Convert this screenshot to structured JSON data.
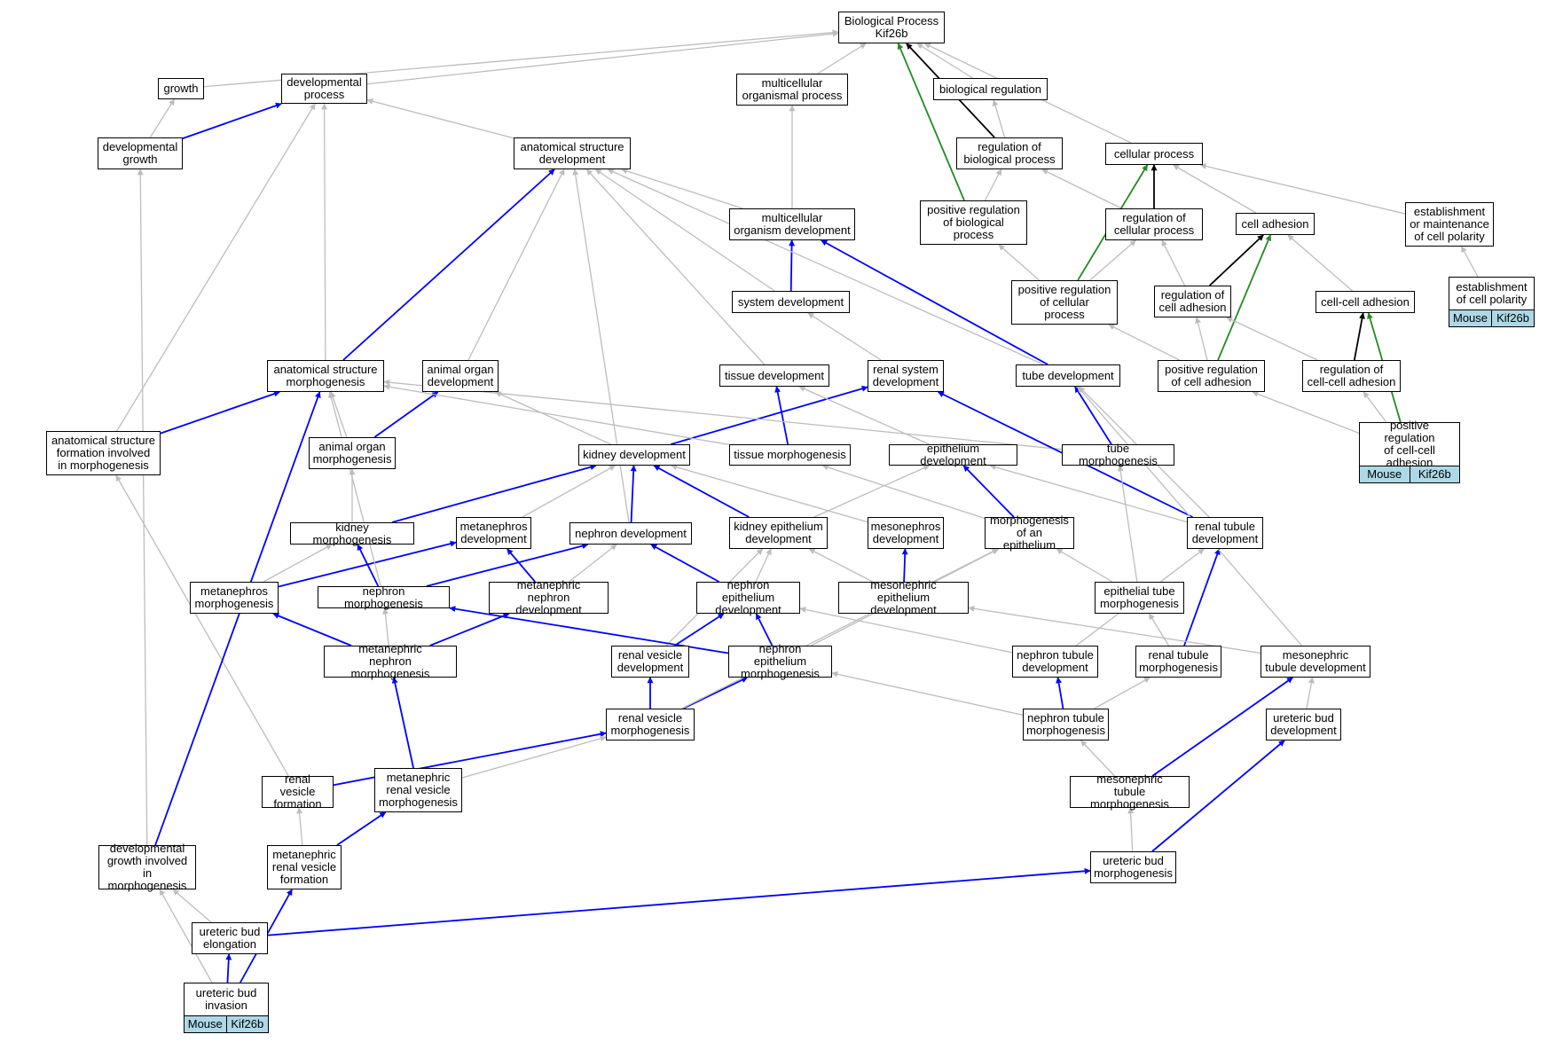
{
  "diagram": {
    "root": "Biological Process\nKif26b",
    "nodes": {
      "bp": "Biological Process\nKif26b",
      "growth": "growth",
      "devproc": "developmental\nprocess",
      "mop": "multicellular\norganismal process",
      "bioreg": "biological regulation",
      "devgrowth": "developmental\ngrowth",
      "asd": "anatomical structure\ndevelopment",
      "regbp": "regulation of\nbiological process",
      "cellproc": "cellular process",
      "mod": "multicellular\norganism development",
      "posregbp": "positive regulation\nof biological\nprocess",
      "regcp": "regulation of\ncellular process",
      "celladh": "cell adhesion",
      "estmaint": "establishment\nor maintenance\nof cell polarity",
      "sysdev": "system development",
      "posregcp": "positive regulation\nof cellular\nprocess",
      "regca": "regulation of\ncell adhesion",
      "ccadh": "cell-cell adhesion",
      "asm": "anatomical structure\nmorphogenesis",
      "aod": "animal organ\ndevelopment",
      "tissdev": "tissue development",
      "rsd": "renal system\ndevelopment",
      "tubedev": "tube development",
      "posregca": "positive regulation\nof cell adhesion",
      "regcca": "regulation of\ncell-cell adhesion",
      "asfim": "anatomical structure\nformation involved\nin morphogenesis",
      "aom": "animal organ\nmorphogenesis",
      "kiddev": "kidney development",
      "tissmorph": "tissue morphogenesis",
      "epidev": "epithelium development",
      "tubemorph": "tube morphogenesis",
      "kidmorph": "kidney morphogenesis",
      "metdev": "metanephros\ndevelopment",
      "nephdev": "nephron development",
      "kidepi": "kidney epithelium\ndevelopment",
      "mesodev": "mesonephros\ndevelopment",
      "morphepi": "morphogenesis\nof an epithelium",
      "rtd": "renal tubule\ndevelopment",
      "metmorph": "metanephros\nmorphogenesis",
      "nephmorph": "nephron morphogenesis",
      "metnephdev": "metanephric\nnephron development",
      "nepd": "nephron epithelium\ndevelopment",
      "mesoepi": "mesonephric\nepithelium development",
      "epitube": "epithelial tube\nmorphogenesis",
      "metnephmorph": "metanephric\nnephron morphogenesis",
      "rvd": "renal vesicle\ndevelopment",
      "nepm": "nephron epithelium\nmorphogenesis",
      "ntd": "nephron tubule\ndevelopment",
      "rtm": "renal tubule\nmorphogenesis",
      "mtd": "mesonephric\ntubule development",
      "rvm": "renal vesicle\nmorphogenesis",
      "ntm": "nephron tubule\nmorphogenesis",
      "ubd": "ureteric bud\ndevelopment",
      "rvf": "renal vesicle\nformation",
      "mrvm": "metanephric\nrenal vesicle\nmorphogenesis",
      "mtm": "mesonephric\ntubule morphogenesis",
      "dgim": "developmental\ngrowth involved\nin morphogenesis",
      "mrvf": "metanephric\nrenal vesicle\nformation",
      "ubm": "ureteric bud\nmorphogenesis",
      "ube": "ureteric bud\nelongation"
    },
    "annotated_nodes": {
      "ecp": {
        "label": "establishment\nof cell polarity",
        "organism": "Mouse",
        "gene": "Kif26b"
      },
      "prcca": {
        "label": "positive regulation\nof cell-cell\nadhesion",
        "organism": "Mouse",
        "gene": "Kif26b"
      },
      "ubi": {
        "label": "ureteric bud\ninvasion",
        "organism": "Mouse",
        "gene": "Kif26b"
      }
    },
    "edge_colors": {
      "is_a": "#bdbdbd",
      "part_of": "#0000ff",
      "regulates": "#000000",
      "positively_regulates": "#228b22",
      "annotation_fill": "#add8e6"
    },
    "edges": [
      {
        "from": "growth",
        "to": "bp",
        "type": "is_a"
      },
      {
        "from": "devproc",
        "to": "bp",
        "type": "is_a"
      },
      {
        "from": "mop",
        "to": "bp",
        "type": "is_a"
      },
      {
        "from": "bioreg",
        "to": "bp",
        "type": "is_a"
      },
      {
        "from": "regbp",
        "to": "bp",
        "type": "regulates"
      },
      {
        "from": "cellproc",
        "to": "bp",
        "type": "is_a"
      },
      {
        "from": "posregbp",
        "to": "bp",
        "type": "positively_regulates"
      },
      {
        "from": "devgrowth",
        "to": "growth",
        "type": "is_a"
      },
      {
        "from": "devgrowth",
        "to": "devproc",
        "type": "part_of"
      },
      {
        "from": "asd",
        "to": "devproc",
        "type": "is_a"
      },
      {
        "from": "regbp",
        "to": "bioreg",
        "type": "is_a"
      },
      {
        "from": "mod",
        "to": "mop",
        "type": "is_a"
      },
      {
        "from": "mod",
        "to": "asd",
        "type": "is_a"
      },
      {
        "from": "posregbp",
        "to": "regbp",
        "type": "is_a"
      },
      {
        "from": "regcp",
        "to": "regbp",
        "type": "is_a"
      },
      {
        "from": "regcp",
        "to": "cellproc",
        "type": "regulates"
      },
      {
        "from": "posregcp",
        "to": "cellproc",
        "type": "positively_regulates"
      },
      {
        "from": "posregcp",
        "to": "posregbp",
        "type": "is_a"
      },
      {
        "from": "posregcp",
        "to": "regcp",
        "type": "is_a"
      },
      {
        "from": "celladh",
        "to": "cellproc",
        "type": "is_a"
      },
      {
        "from": "estmaint",
        "to": "cellproc",
        "type": "is_a"
      },
      {
        "from": "ecp",
        "to": "estmaint",
        "type": "is_a"
      },
      {
        "from": "sysdev",
        "to": "mod",
        "type": "part_of"
      },
      {
        "from": "sysdev",
        "to": "asd",
        "type": "is_a"
      },
      {
        "from": "regca",
        "to": "celladh",
        "type": "regulates"
      },
      {
        "from": "regca",
        "to": "regcp",
        "type": "is_a"
      },
      {
        "from": "ccadh",
        "to": "celladh",
        "type": "is_a"
      },
      {
        "from": "posregca",
        "to": "celladh",
        "type": "positively_regulates"
      },
      {
        "from": "posregca",
        "to": "regca",
        "type": "is_a"
      },
      {
        "from": "posregca",
        "to": "posregcp",
        "type": "is_a"
      },
      {
        "from": "regcca",
        "to": "ccadh",
        "type": "regulates"
      },
      {
        "from": "regcca",
        "to": "regca",
        "type": "is_a"
      },
      {
        "from": "prcca",
        "to": "ccadh",
        "type": "positively_regulates"
      },
      {
        "from": "prcca",
        "to": "regcca",
        "type": "is_a"
      },
      {
        "from": "prcca",
        "to": "posregca",
        "type": "is_a"
      },
      {
        "from": "asm",
        "to": "asd",
        "type": "part_of"
      },
      {
        "from": "asm",
        "to": "devproc",
        "type": "is_a"
      },
      {
        "from": "aod",
        "to": "asd",
        "type": "is_a"
      },
      {
        "from": "tissdev",
        "to": "asd",
        "type": "is_a"
      },
      {
        "from": "rsd",
        "to": "sysdev",
        "type": "is_a"
      },
      {
        "from": "tubedev",
        "to": "mod",
        "type": "part_of"
      },
      {
        "from": "tubedev",
        "to": "asd",
        "type": "is_a"
      },
      {
        "from": "asfim",
        "to": "asm",
        "type": "part_of"
      },
      {
        "from": "asfim",
        "to": "devproc",
        "type": "is_a"
      },
      {
        "from": "aom",
        "to": "aod",
        "type": "part_of"
      },
      {
        "from": "aom",
        "to": "asm",
        "type": "is_a"
      },
      {
        "from": "kiddev",
        "to": "rsd",
        "type": "part_of"
      },
      {
        "from": "kiddev",
        "to": "aod",
        "type": "is_a"
      },
      {
        "from": "tissmorph",
        "to": "tissdev",
        "type": "part_of"
      },
      {
        "from": "tissmorph",
        "to": "asm",
        "type": "is_a"
      },
      {
        "from": "epidev",
        "to": "tissdev",
        "type": "is_a"
      },
      {
        "from": "tubemorph",
        "to": "tubedev",
        "type": "part_of"
      },
      {
        "from": "tubemorph",
        "to": "asm",
        "type": "is_a"
      },
      {
        "from": "kidmorph",
        "to": "kiddev",
        "type": "part_of"
      },
      {
        "from": "kidmorph",
        "to": "aom",
        "type": "is_a"
      },
      {
        "from": "metdev",
        "to": "kiddev",
        "type": "is_a"
      },
      {
        "from": "nephdev",
        "to": "kiddev",
        "type": "part_of"
      },
      {
        "from": "nephdev",
        "to": "asd",
        "type": "is_a"
      },
      {
        "from": "kidepi",
        "to": "kiddev",
        "type": "part_of"
      },
      {
        "from": "kidepi",
        "to": "epidev",
        "type": "is_a"
      },
      {
        "from": "mesodev",
        "to": "kiddev",
        "type": "is_a"
      },
      {
        "from": "morphepi",
        "to": "epidev",
        "type": "part_of"
      },
      {
        "from": "morphepi",
        "to": "tissmorph",
        "type": "is_a"
      },
      {
        "from": "rtd",
        "to": "rsd",
        "type": "part_of"
      },
      {
        "from": "rtd",
        "to": "tubedev",
        "type": "is_a"
      },
      {
        "from": "rtd",
        "to": "epidev",
        "type": "is_a"
      },
      {
        "from": "metmorph",
        "to": "metdev",
        "type": "part_of"
      },
      {
        "from": "metmorph",
        "to": "kidmorph",
        "type": "is_a"
      },
      {
        "from": "nephmorph",
        "to": "nephdev",
        "type": "part_of"
      },
      {
        "from": "nephmorph",
        "to": "kidmorph",
        "type": "part_of"
      },
      {
        "from": "nephmorph",
        "to": "asm",
        "type": "is_a"
      },
      {
        "from": "metnephdev",
        "to": "metdev",
        "type": "part_of"
      },
      {
        "from": "metnephdev",
        "to": "nephdev",
        "type": "is_a"
      },
      {
        "from": "nepd",
        "to": "nephdev",
        "type": "part_of"
      },
      {
        "from": "nepd",
        "to": "kidepi",
        "type": "is_a"
      },
      {
        "from": "mesoepi",
        "to": "mesodev",
        "type": "part_of"
      },
      {
        "from": "mesoepi",
        "to": "kidepi",
        "type": "is_a"
      },
      {
        "from": "epitube",
        "to": "morphepi",
        "type": "is_a"
      },
      {
        "from": "epitube",
        "to": "tubemorph",
        "type": "is_a"
      },
      {
        "from": "metnephmorph",
        "to": "metmorph",
        "type": "part_of"
      },
      {
        "from": "metnephmorph",
        "to": "metnephdev",
        "type": "part_of"
      },
      {
        "from": "metnephmorph",
        "to": "nephmorph",
        "type": "is_a"
      },
      {
        "from": "rvd",
        "to": "nepd",
        "type": "part_of"
      },
      {
        "from": "rvd",
        "to": "kidepi",
        "type": "is_a"
      },
      {
        "from": "nepm",
        "to": "nepd",
        "type": "part_of"
      },
      {
        "from": "nepm",
        "to": "nephmorph",
        "type": "part_of"
      },
      {
        "from": "nepm",
        "to": "morphepi",
        "type": "is_a"
      },
      {
        "from": "ntd",
        "to": "nepd",
        "type": "is_a"
      },
      {
        "from": "ntd",
        "to": "rtd",
        "type": "is_a"
      },
      {
        "from": "rtm",
        "to": "rtd",
        "type": "part_of"
      },
      {
        "from": "rtm",
        "to": "epitube",
        "type": "is_a"
      },
      {
        "from": "mtd",
        "to": "mesoepi",
        "type": "is_a"
      },
      {
        "from": "mtd",
        "to": "tubedev",
        "type": "is_a"
      },
      {
        "from": "rvm",
        "to": "rvd",
        "type": "part_of"
      },
      {
        "from": "rvm",
        "to": "nepm",
        "type": "part_of"
      },
      {
        "from": "rvm",
        "to": "morphepi",
        "type": "is_a"
      },
      {
        "from": "ntm",
        "to": "ntd",
        "type": "part_of"
      },
      {
        "from": "ntm",
        "to": "rtm",
        "type": "is_a"
      },
      {
        "from": "ntm",
        "to": "nepm",
        "type": "is_a"
      },
      {
        "from": "ubd",
        "to": "mtd",
        "type": "is_a"
      },
      {
        "from": "rvf",
        "to": "rvm",
        "type": "part_of"
      },
      {
        "from": "rvf",
        "to": "asfim",
        "type": "is_a"
      },
      {
        "from": "mrvm",
        "to": "metnephmorph",
        "type": "part_of"
      },
      {
        "from": "mrvm",
        "to": "rvm",
        "type": "is_a"
      },
      {
        "from": "mtm",
        "to": "mtd",
        "type": "part_of"
      },
      {
        "from": "mtm",
        "to": "ntm",
        "type": "is_a"
      },
      {
        "from": "dgim",
        "to": "asm",
        "type": "part_of"
      },
      {
        "from": "dgim",
        "to": "devgrowth",
        "type": "is_a"
      },
      {
        "from": "mrvf",
        "to": "mrvm",
        "type": "part_of"
      },
      {
        "from": "mrvf",
        "to": "rvf",
        "type": "is_a"
      },
      {
        "from": "ubm",
        "to": "ubd",
        "type": "part_of"
      },
      {
        "from": "ubm",
        "to": "mtm",
        "type": "is_a"
      },
      {
        "from": "ube",
        "to": "ubm",
        "type": "part_of"
      },
      {
        "from": "ube",
        "to": "dgim",
        "type": "is_a"
      },
      {
        "from": "ubi",
        "to": "ube",
        "type": "part_of"
      },
      {
        "from": "ubi",
        "to": "mrvf",
        "type": "part_of"
      },
      {
        "from": "ubi",
        "to": "dgim",
        "type": "is_a"
      }
    ]
  }
}
